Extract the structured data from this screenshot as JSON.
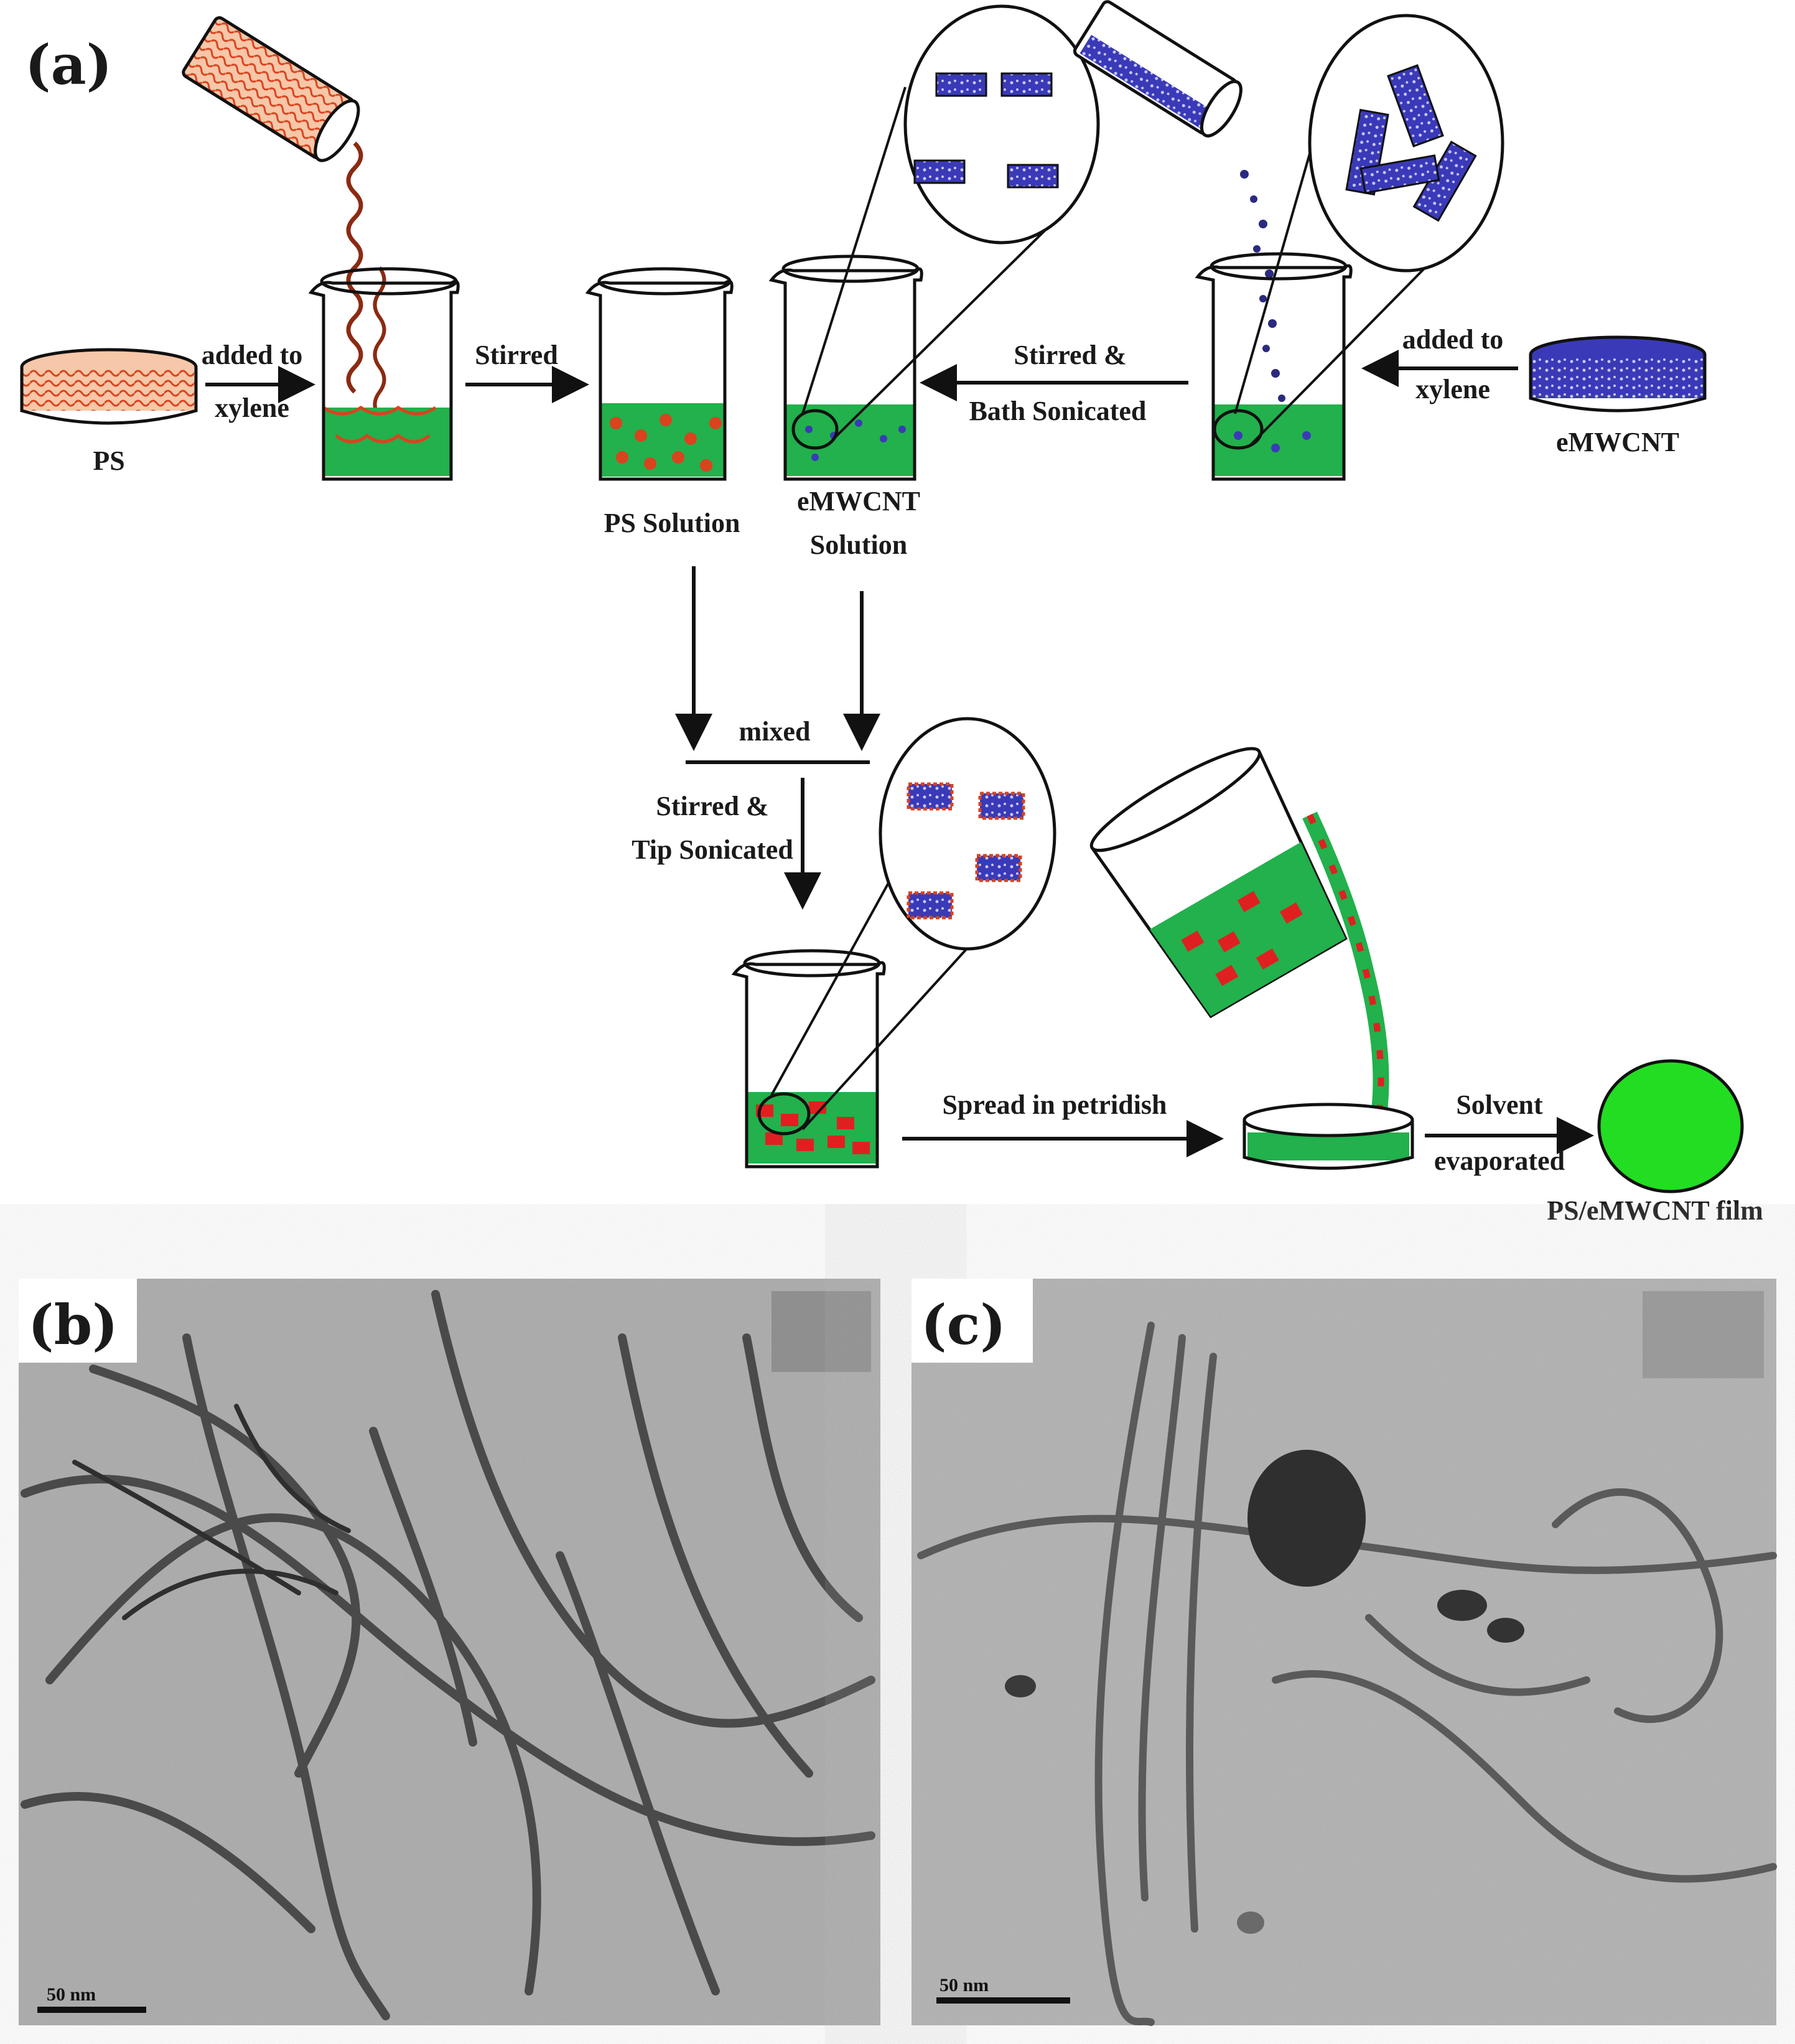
{
  "panels": {
    "a": "(a)",
    "b": "(b)",
    "c": "(c)"
  },
  "labels": {
    "ps": "PS",
    "added_to_1": "added to",
    "xylene_1": "xylene",
    "stirred": "Stirred",
    "ps_solution": "PS Solution",
    "emwcnt_solution_1": "eMWCNT",
    "emwcnt_solution_2": "Solution",
    "stirred_amp": "Stirred &",
    "bath_sonicated": "Bath Sonicated",
    "added_to_2": "added to",
    "xylene_2": "xylene",
    "emwcnt": "eMWCNT",
    "mixed": "mixed",
    "stirred_amp_2": "Stirred &",
    "tip_sonicated": "Tip Sonicated",
    "spread": "Spread in petridish",
    "solvent": "Solvent",
    "evaporated": "evaporated",
    "film": "PS/eMWCNT film"
  },
  "scale_bars": {
    "b": "50 nm",
    "c": "50 nm"
  },
  "colors": {
    "solution_green": "#22b14c",
    "film_green": "#22dd22",
    "ps_red": "#d9431e",
    "cnt_blue": "#3a3ab8",
    "tem_bg": "#a9a9a9"
  }
}
